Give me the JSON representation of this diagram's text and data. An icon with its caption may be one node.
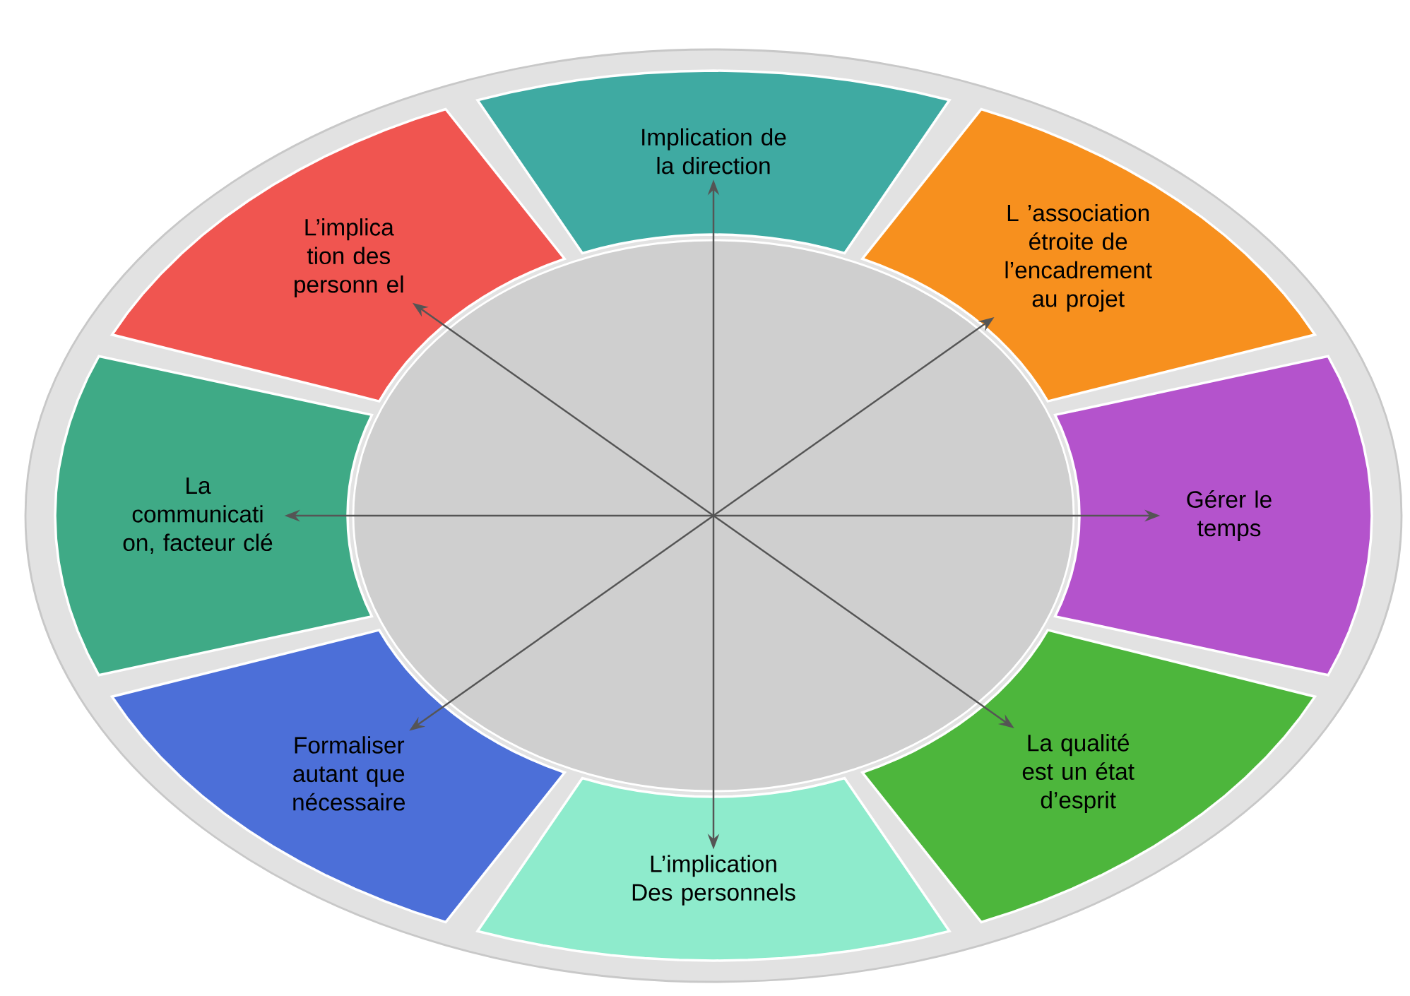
{
  "diagram": {
    "nodes": [
      {
        "text": [],
        "shape": "circle"
      },
      {
        "text": [],
        "shape": "circle",
        "in": 0
      },
      {
        "text": [
          "Implication de la direction"
        ],
        "in": 0
      },
      {
        "text": [
          "L ’association étroite de l’encadrement au projet"
        ],
        "in": 0
      },
      {
        "text": [
          "Gérer le temps"
        ],
        "in": 0
      },
      {
        "text": [
          "La qualité est un état d’esprit"
        ],
        "in": 0
      },
      {
        "text": [
          "L’implication Des personnels"
        ],
        "in": 0
      },
      {
        "text": [
          "Formaliser autant que nécessaire"
        ],
        "in": 0
      },
      {
        "text": [
          "La communicati on, facteur clé"
        ],
        "in": 0
      },
      {
        "text": [
          "L’implica tion des personn el"
        ],
        "in": 0
      }
    ],
    "edges": [
      {
        "from": 1,
        "to": 2,
        "arrow": "to"
      },
      {
        "from": 1,
        "to": 3,
        "arrow": "to"
      },
      {
        "from": 1,
        "to": 4,
        "arrow": "to"
      },
      {
        "from": 1,
        "to": 5,
        "arrow": "to"
      },
      {
        "from": 1,
        "to": 6,
        "arrow": "to"
      },
      {
        "from": 1,
        "to": 7,
        "arrow": "to"
      },
      {
        "from": 1,
        "to": 8,
        "arrow": "to"
      },
      {
        "from": 1,
        "to": 9,
        "arrow": "to"
      }
    ]
  }
}
